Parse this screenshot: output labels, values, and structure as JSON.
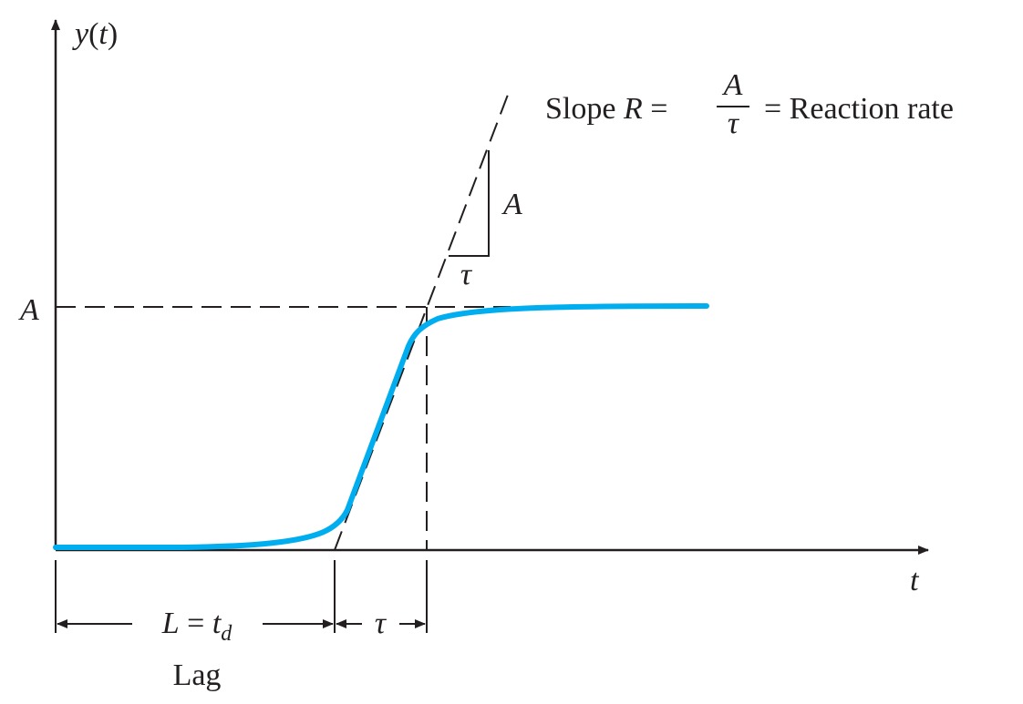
{
  "labels": {
    "y_axis": {
      "main": "y",
      "open": "(",
      "arg": "t",
      "close": ")"
    },
    "t_axis": "t",
    "A_level": "A",
    "slope": {
      "prefix": "Slope ",
      "R": "R",
      "eq1": " =",
      "num": "A",
      "den": "τ",
      "eq2": "= Reaction rate"
    },
    "triangle_rise": "A",
    "triangle_run": "τ",
    "lag_eq": {
      "L": "L",
      "eq": " = ",
      "t": "t",
      "sub": "d"
    },
    "tau_dim": "τ",
    "lag_word": "Lag"
  },
  "colors": {
    "curve": "#00aeef",
    "ink": "#231f20"
  }
}
